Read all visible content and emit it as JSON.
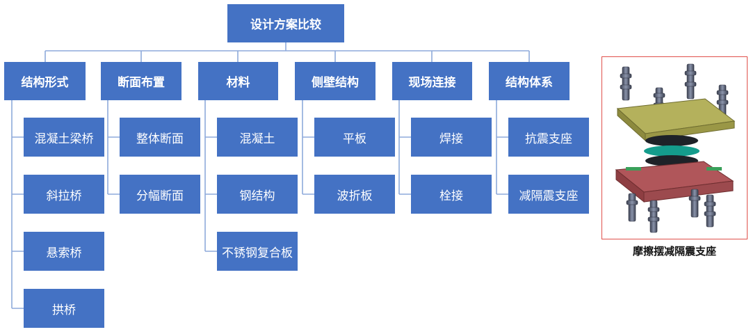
{
  "diagram": {
    "root": "设计方案比较",
    "categories": [
      {
        "label": "结构形式",
        "items": [
          "混凝土梁桥",
          "斜拉桥",
          "悬索桥",
          "拱桥"
        ]
      },
      {
        "label": "断面布置",
        "items": [
          "整体断面",
          "分幅断面"
        ]
      },
      {
        "label": "材料",
        "items": [
          "混凝土",
          "钢结构",
          "不锈钢复合板"
        ]
      },
      {
        "label": "侧壁结构",
        "items": [
          "平板",
          "波折板"
        ]
      },
      {
        "label": "现场连接",
        "items": [
          "焊接",
          "栓接"
        ]
      },
      {
        "label": "结构体系",
        "items": [
          "抗震支座",
          "减隔震支座"
        ]
      }
    ]
  },
  "illustration": {
    "caption": "摩擦摆减隔震支座",
    "colors": {
      "frame": "#e0504a",
      "top_plate": "#a8a54e",
      "bottom_plate": "#a8504e",
      "disc_teal": "#149c8c",
      "disc_dark": "#1e2228",
      "bolt": "#5c6478"
    }
  },
  "colors": {
    "box_fill": "#4472c4",
    "box_text": "#ffffff",
    "connector": "#8eaadb"
  }
}
